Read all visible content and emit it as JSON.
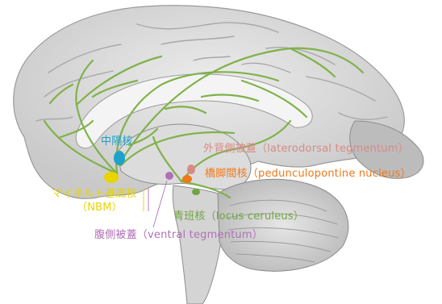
{
  "labels": {
    "septal": {
      "text": "中隔核",
      "color": "#1fa2c8"
    },
    "ldt": {
      "text": "外背側被蓋（laterodorsal tegmentum）",
      "color": "#d98a86"
    },
    "ppn": {
      "text": "橋脚間核（pedunculopontine nucleus）",
      "color": "#f07818"
    },
    "nbm": {
      "text": "マイネルト基底核",
      "color": "#e8d400"
    },
    "nbm_abbr": {
      "text": "（NBM）",
      "color": "#e8d400"
    },
    "lc": {
      "text": "青班核（locus ceruleus）",
      "color": "#6fa640"
    },
    "vt": {
      "text": "腹側被蓋（ventral tegmentum）",
      "color": "#b070b8"
    }
  },
  "colors": {
    "pathways": "#7fb24a",
    "brain": "#d9d9d9",
    "sulci": "#a0a0a0"
  }
}
